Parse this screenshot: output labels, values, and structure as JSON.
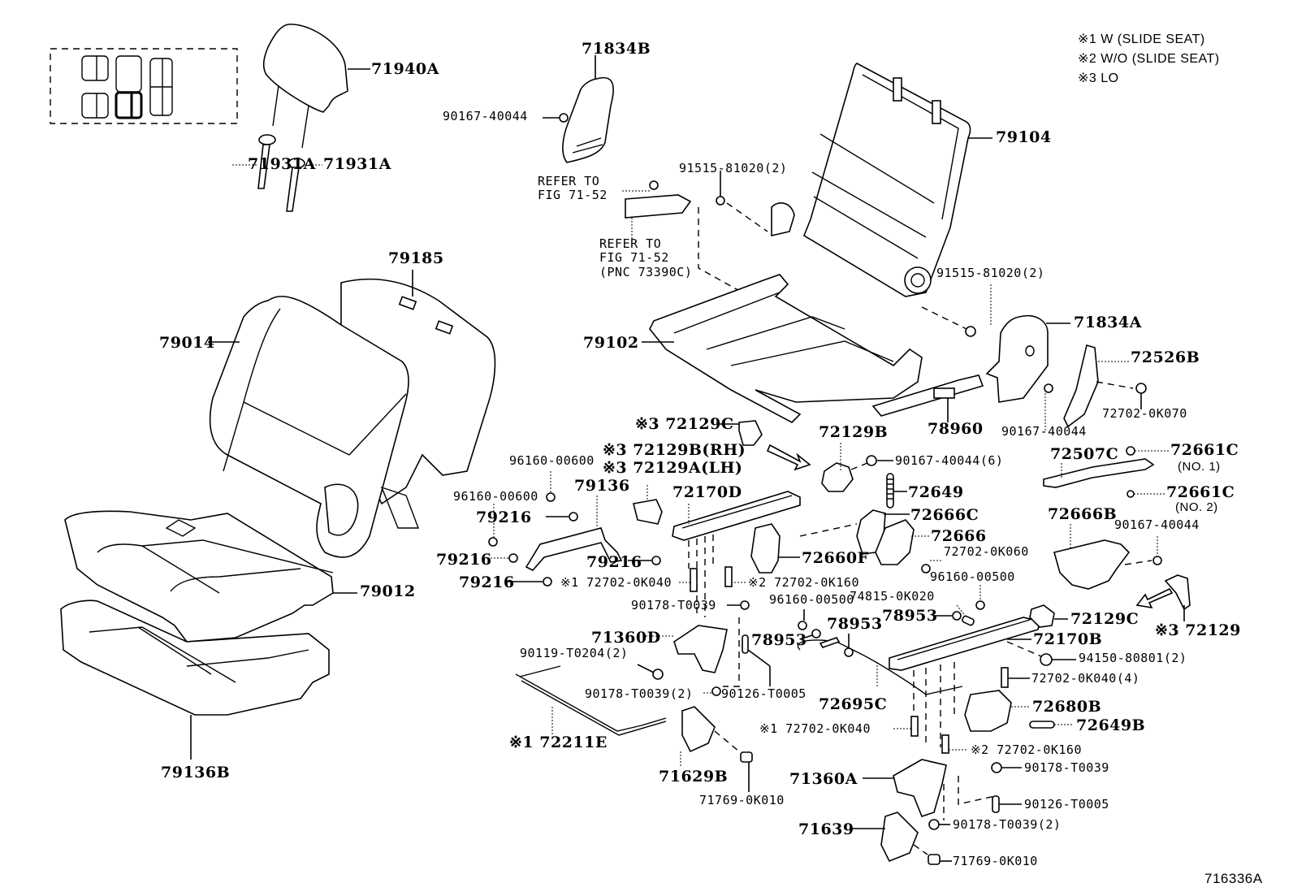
{
  "diagram": {
    "title_code": "716336A",
    "legend": [
      "※1 W (SLIDE SEAT)",
      "※2 W/O (SLIDE SEAT)",
      "※3 LO"
    ],
    "references": {
      "refer_a": [
        "REFER TO",
        "FIG 71-52"
      ],
      "refer_b": [
        "REFER TO",
        "FIG 71-52",
        "(PNC 73390C)"
      ]
    },
    "parts": {
      "p71940A": "71940A",
      "p71834B": "71834B",
      "p90167_40044_top": "90167-40044",
      "p71931A_left": "71931A",
      "p71931A_right": "71931A",
      "p91515_81020_a": "91515-81020(2)",
      "p79104": "79104",
      "p91515_81020_b": "91515-81020(2)",
      "p79185": "79185",
      "p79014": "79014",
      "p79102": "79102",
      "p71834A": "71834A",
      "p72526B": "72526B",
      "p78960": "78960",
      "p90167_40044_mid": "90167-40044",
      "p72702_0K070": "72702-0K070",
      "p72129C_top": "※3 72129C",
      "p72129B_top": "72129B",
      "p90167_40044_6": "90167-40044(6)",
      "p72507C": "72507C",
      "p72661C_1": "72661C",
      "p72661C_1_sub": "(NO. 1)",
      "p72661C_2": "72661C",
      "p72661C_2_sub": "(NO. 2)",
      "p72129B_RH": "※3 72129B(RH)",
      "p72129A_LH": "※3 72129A(LH)",
      "p96160_00600_a": "96160-00600",
      "p96160_00600_b": "96160-00600",
      "p79136": "79136",
      "p72170D": "72170D",
      "p72649": "72649",
      "p72666C": "72666C",
      "p72666": "72666",
      "p72666B": "72666B",
      "p90167_40044_r": "90167-40044",
      "p79216_a": "79216",
      "p79216_b": "79216",
      "p79216_c": "79216",
      "p79216_d": "79216",
      "p72660F": "72660F",
      "p72702_0K060": "72702-0K060",
      "p72702_0K040_a": "※1 72702-0K040",
      "p72702_0K160_a": "※2 72702-0K160",
      "p96160_00500_a": "96160-00500",
      "p96160_00500_b": "96160-00500",
      "p74815_0K020": "74815-0K020",
      "p78953_a": "78953",
      "p78953_b": "78953",
      "p78953_c": "78953",
      "p90178_T0039_a": "90178-T0039",
      "p71360D": "71360D",
      "p90119_T0204": "90119-T0204(2)",
      "p90178_T0039_2a": "90178-T0039(2)",
      "p90126_T0005_a": "90126-T0005",
      "p72695C": "72695C",
      "p72129C_r": "72129C",
      "p72129_r": "※3 72129",
      "p72170B": "72170B",
      "p94150_80801": "94150-80801(2)",
      "p72702_0K040_4": "72702-0K040(4)",
      "p72680B": "72680B",
      "p72649B": "72649B",
      "p72211E": "※1 72211E",
      "p72702_0K040_b": "※1 72702-0K040",
      "p72702_0K160_b": "※2 72702-0K160",
      "p90178_T0039_b": "90178-T0039",
      "p71629B": "71629B",
      "p71360A": "71360A",
      "p90126_T0005_b": "90126-T0005",
      "p71769_0K010_a": "71769-0K010",
      "p90178_T0039_2b": "90178-T0039(2)",
      "p71639": "71639",
      "p71769_0K010_b": "71769-0K010",
      "p79012": "79012",
      "p79136B": "79136B"
    }
  }
}
